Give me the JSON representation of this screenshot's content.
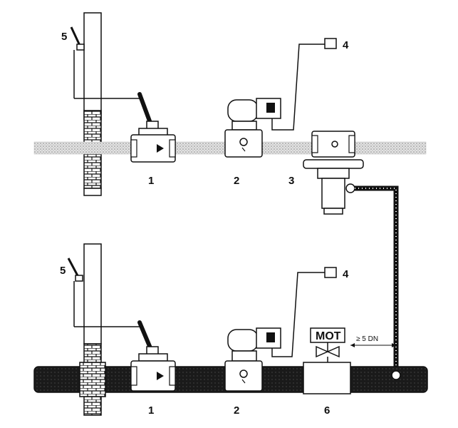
{
  "labels": {
    "top_1": "1",
    "top_2": "2",
    "top_3": "3",
    "top_4": "4",
    "top_5": "5",
    "bottom_1": "1",
    "bottom_2": "2",
    "bottom_4": "4",
    "bottom_5": "5",
    "bottom_6": "6"
  },
  "motor": {
    "label": "MOT"
  },
  "distance_note": "≥ 5 DN",
  "colors": {
    "ink": "#111111",
    "dotted_pipe": "#c8c8c8",
    "dark_pipe": "#1a1a1a",
    "paper": "#ffffff"
  }
}
